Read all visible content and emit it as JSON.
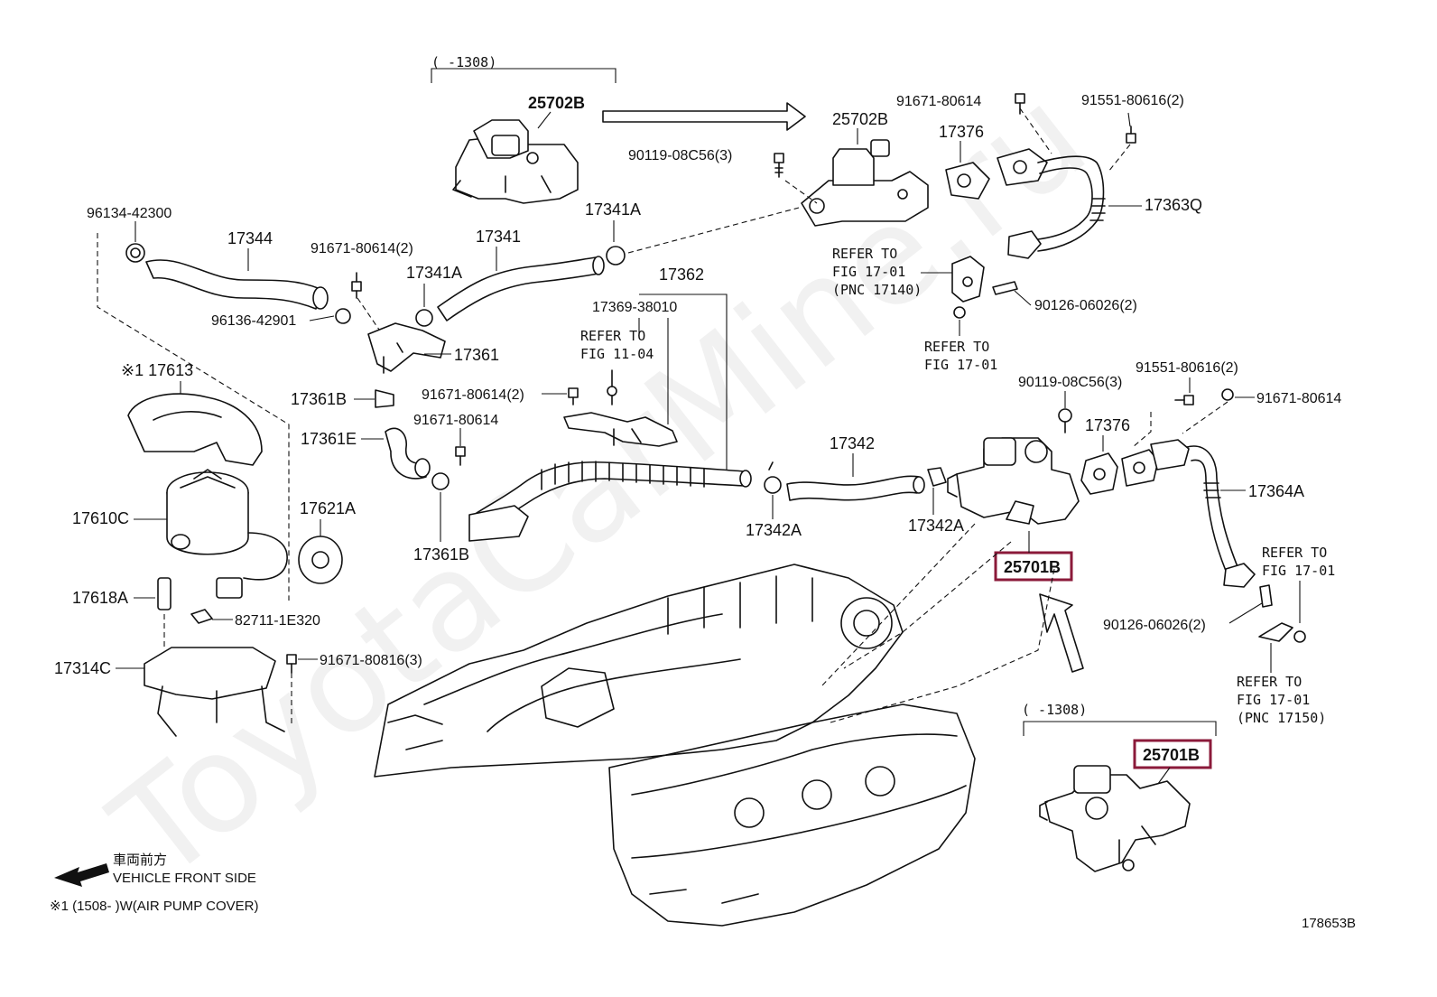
{
  "watermark": "ToyotaCarMine.ru",
  "diagram_id": "178653B",
  "ranges": {
    "top": "(      -1308)",
    "bottom": "(      -1308)"
  },
  "labels": {
    "p25702B_a": "25702B",
    "p25702B_b": "25702B",
    "p90119_a": "90119-08C56(3)",
    "p91671_80614_a": "91671-80614",
    "p91551_a": "91551-80616(2)",
    "p17376_a": "17376",
    "p17363Q": "17363Q",
    "p96134": "96134-42300",
    "p17344": "17344",
    "p91671_2_a": "91671-80614(2)",
    "p17341": "17341",
    "p17341A_a": "17341A",
    "p17341A_b": "17341A",
    "p17362": "17362",
    "p17369": "17369-38010",
    "p96136": "96136-42901",
    "p17361": "17361",
    "p17613": "※1 17613",
    "p17361B_a": "17361B",
    "p91671_2_b": "91671-80614(2)",
    "p91671_80614_b": "91671-80614",
    "p17361E": "17361E",
    "p17610C": "17610C",
    "p17621A": "17621A",
    "p17361B_b": "17361B",
    "p17342": "17342",
    "p17342A_a": "17342A",
    "p17342A_b": "17342A",
    "p90119_b": "90119-08C56(3)",
    "p91551_b": "91551-80616(2)",
    "p91671_80614_c": "91671-80614",
    "p17376_b": "17376",
    "p17364A": "17364A",
    "p25701B_a": "25701B",
    "p25701B_b": "25701B",
    "p90126_a": "90126-06026(2)",
    "p90126_b": "90126-06026(2)",
    "p17618A": "17618A",
    "p82711": "82711-1E320",
    "p17314C": "17314C",
    "p91671_80816": "91671-80816(3)"
  },
  "refers": {
    "r1": [
      "REFER TO",
      "FIG 17-01",
      "(PNC 17140)"
    ],
    "r2": [
      "REFER TO",
      "FIG 17-01"
    ],
    "r3": [
      "REFER TO",
      "FIG 11-04"
    ],
    "r4": [
      "REFER TO",
      "FIG 17-01"
    ],
    "r5": [
      "REFER TO",
      "FIG 17-01",
      "(PNC 17150)"
    ]
  },
  "footer": {
    "front_jp": "車両前方",
    "front_en": "VEHICLE FRONT SIDE",
    "note": "※1 (1508-        )W(AIR PUMP COVER)"
  },
  "colors": {
    "highlight": "#8b1a3a",
    "ink": "#111111"
  }
}
